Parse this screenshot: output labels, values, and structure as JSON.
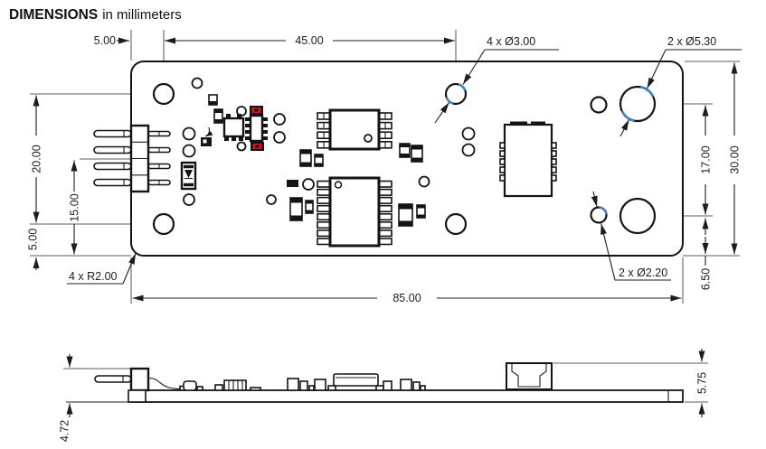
{
  "title": {
    "bold": "DIMENSIONS",
    "rest": "in millimeters"
  },
  "top_view": {
    "dim_edge_to_hole_top": "5.00",
    "dim_hole_span_top": "45.00",
    "callout_mount_holes": "4 x Ø3.00",
    "callout_large_holes": "2 x Ø5.30",
    "dim_holes_vertical": "20.00",
    "dim_connector_center": "15.00",
    "dim_hole_to_bottom_edge": "5.00",
    "callout_corner_radius": "4 x R2.00",
    "callout_small_holes": "2 x Ø2.20",
    "dim_board_width": "85.00",
    "dim_right_holes_vertical": "17.00",
    "dim_board_height": "30.00",
    "dim_right_hole_to_bottom": "6.50"
  },
  "side_view": {
    "dim_top_height": "5.75",
    "dim_bottom_height": "4.72"
  },
  "colors": {
    "line": "#1c1c1c",
    "extension": "#7d7d7d",
    "highlight_blue": "#3f80c3",
    "led_red": "#c61d1d"
  }
}
